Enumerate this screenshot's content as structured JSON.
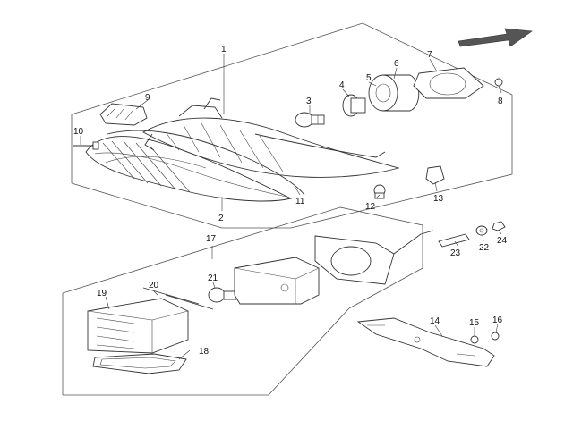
{
  "callouts": {
    "c1": "1",
    "c2": "2",
    "c3": "3",
    "c4": "4",
    "c5": "5",
    "c6": "6",
    "c7": "7",
    "c8": "8",
    "c9": "9",
    "c10": "10",
    "c11": "11",
    "c12": "12",
    "c13": "13",
    "c14": "14",
    "c15": "15",
    "c16": "16",
    "c17": "17",
    "c18": "18",
    "c19": "19",
    "c20": "20",
    "c21": "21",
    "c22": "22",
    "c23": "23",
    "c24": "24"
  },
  "icons": {
    "direction": "front-direction-arrow-icon"
  },
  "colors": {
    "line": "#333333",
    "arrow": "#555555",
    "background": "#ffffff"
  }
}
